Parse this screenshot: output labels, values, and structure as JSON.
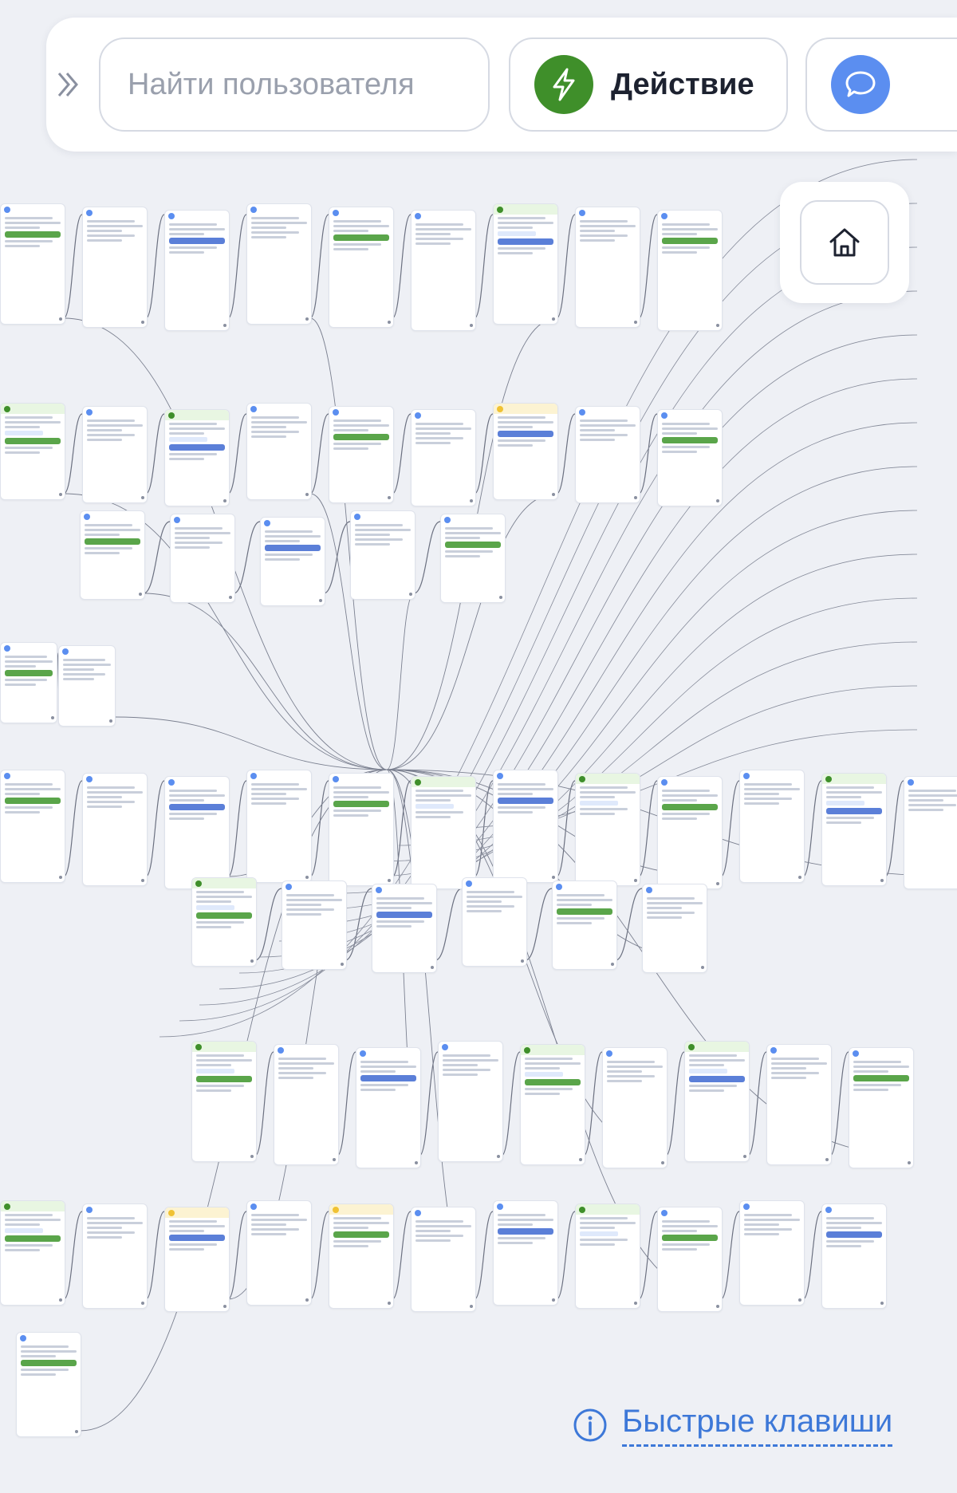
{
  "toolbar": {
    "search_placeholder": "Найти пользователя",
    "action_label": "Действие",
    "action_icon": "lightning-icon",
    "message_icon": "chat-bubble-icon",
    "collapse_icon": "double-chevron-right-icon",
    "home_icon": "home-icon"
  },
  "footer": {
    "shortcuts_label": "Быстрые клавиши",
    "shortcuts_icon": "info-circle-icon"
  },
  "colors": {
    "canvas_bg": "#eef0f5",
    "action_green": "#3f8f2a",
    "message_blue": "#5b8ef0",
    "link_blue": "#3d78d8",
    "condition_yellow": "#f0c233"
  }
}
